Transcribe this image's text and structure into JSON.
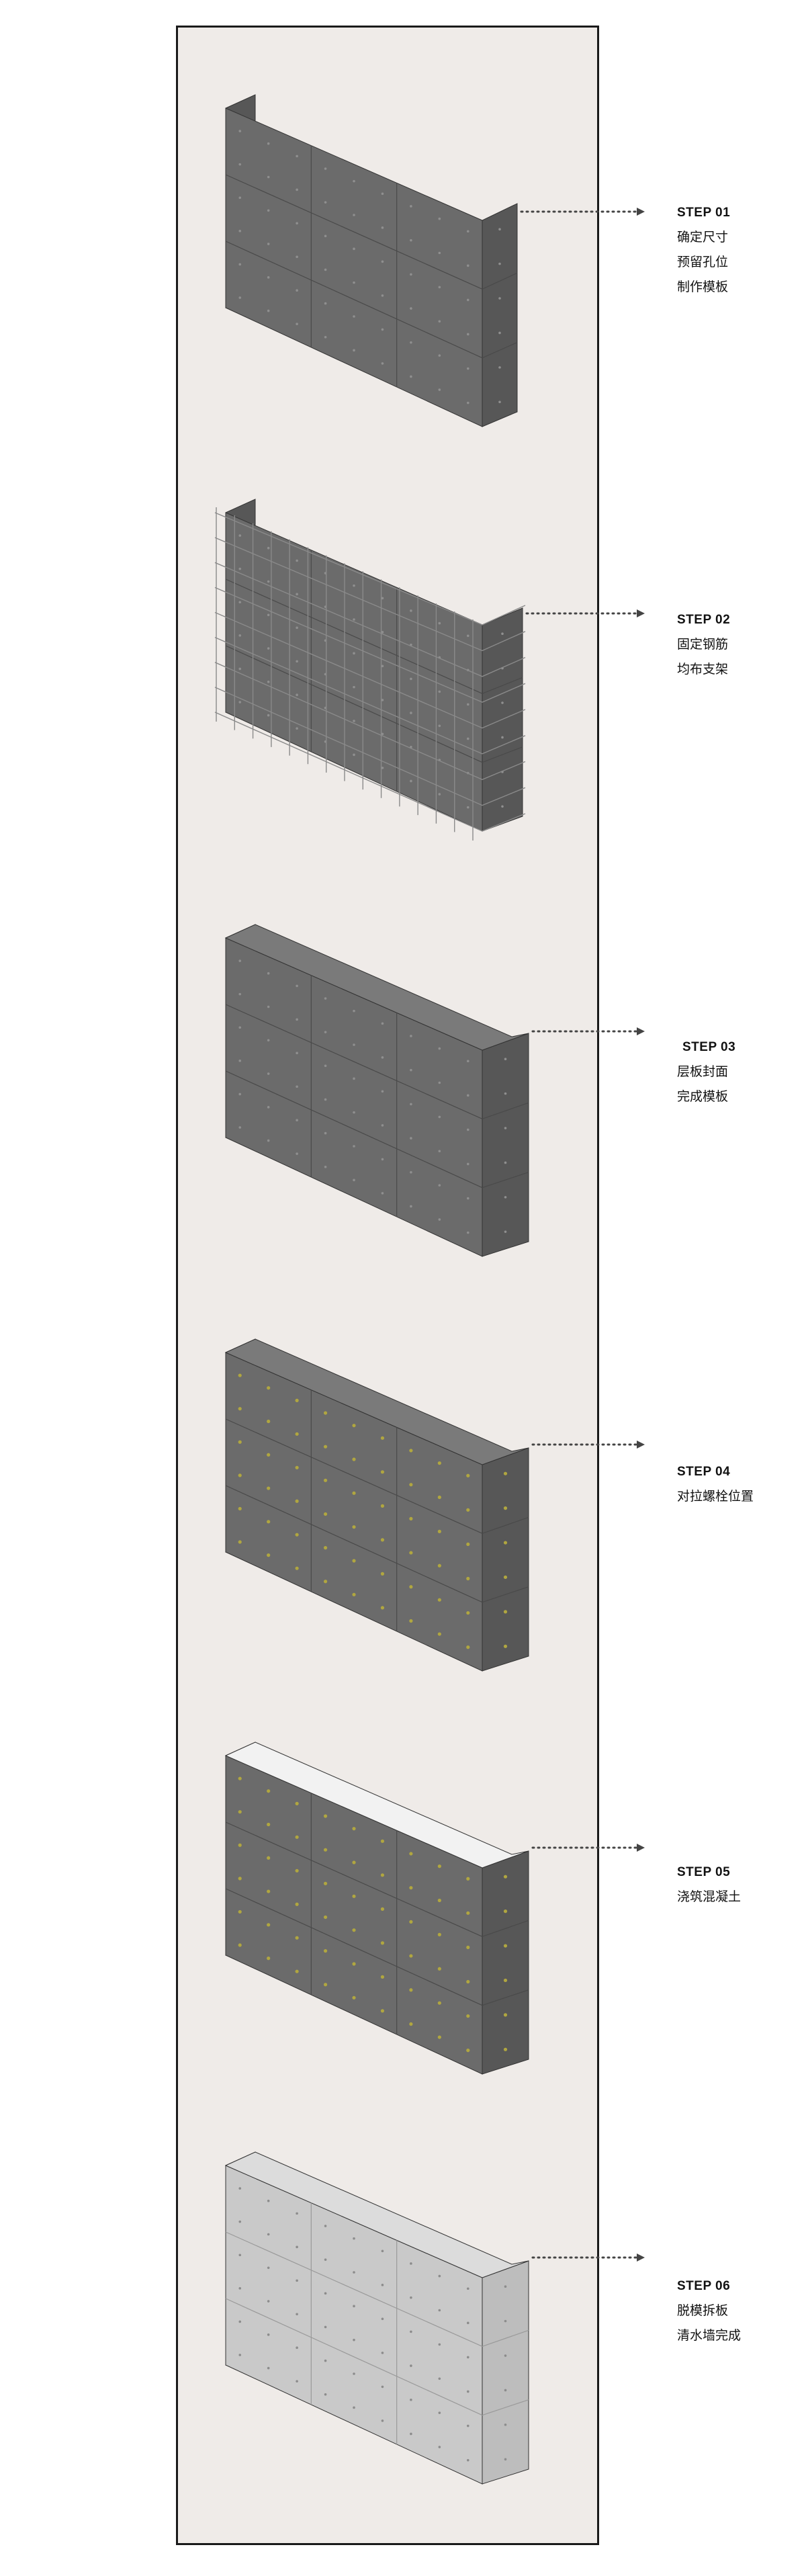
{
  "steps": [
    {
      "title": "STEP 01",
      "lines": [
        "确定尺寸",
        "预留孔位",
        "制作模板"
      ],
      "variant": "formwork"
    },
    {
      "title": "STEP 02",
      "lines": [
        "固定钢筋",
        "均布支架"
      ],
      "variant": "rebar"
    },
    {
      "title": "STEP 03",
      "lines": [
        "层板封面",
        "完成模板"
      ],
      "variant": "sealed"
    },
    {
      "title": "STEP 04",
      "lines": [
        "对拉螺栓位置"
      ],
      "variant": "bolts"
    },
    {
      "title": "STEP 05",
      "lines": [
        "浇筑混凝土"
      ],
      "variant": "poured"
    },
    {
      "title": "STEP 06",
      "lines": [
        "脱模拆板",
        "清水墙完成"
      ],
      "variant": "concrete"
    }
  ],
  "colors": {
    "background": "#efebe8",
    "panel_border": "#1a1a1a",
    "formwork": "#6b6b6b",
    "formwork_dark": "#575757",
    "rebar": "#8a8a8a",
    "bolt": "#b0a640",
    "fresh_concrete_top": "#f2f2f2",
    "cured_concrete": "#c9c9c9",
    "arrow": "#444444"
  }
}
